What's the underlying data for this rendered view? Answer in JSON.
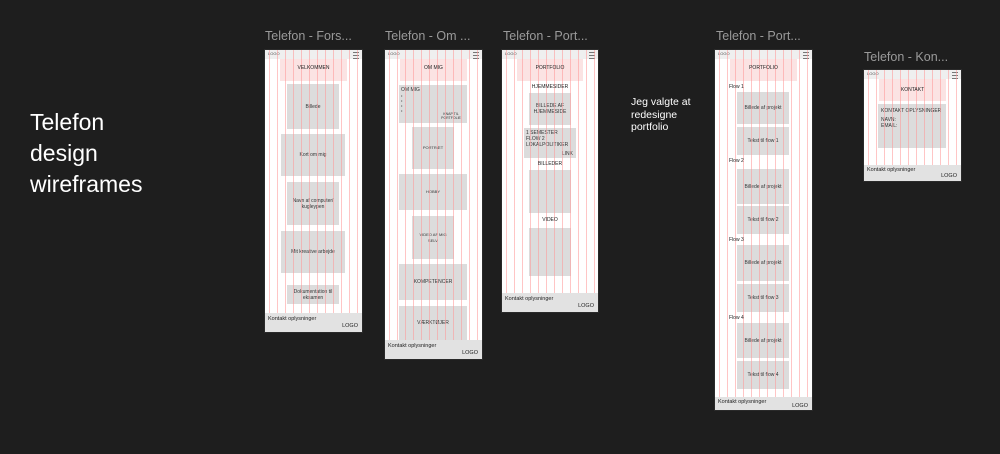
{
  "heading": "Telefon\ndesign\nwireframes",
  "note": "Jeg valgte at\nredesigne\nportfolio",
  "frame_titles": {
    "forside": "Telefon - Fors...",
    "om": "Telefon - Om ...",
    "portfolio": "Telefon - Port...",
    "portfolio2": "Telefon - Port...",
    "kontakt": "Telefon - Kon..."
  },
  "common": {
    "logo_small": "LOGO",
    "contact": "Kontakt oplysninger",
    "logo": "LOGO"
  },
  "forside": {
    "header": "VELKOMMEN",
    "boxes": [
      "Billede",
      "Kort om mig",
      "Navn af computer/ kugleypen",
      "Mit kreative arbejde",
      "Dokumentation til eksamen"
    ]
  },
  "om": {
    "header": "OM MIG",
    "intro_title": "OM MIG",
    "intro_bullets": "•\n•\n•\n•",
    "intro_side": "KNAP TIL PORTFOLIE",
    "boxes": [
      "PORTRÆT",
      "HOBBY",
      "VIDEO AF MIG SELV",
      "KOMPETENCER",
      "VÆRKTØJER"
    ]
  },
  "portfolio": {
    "header": "PORTFOLIO",
    "section1": "HJEMMESIDER",
    "box1": "BILLEDE AF HJEMMESIDE",
    "box2_line": "1 SEMESTER\nFLOW 2\nLOKALPOLITIKER",
    "box2_link": "LINK",
    "section2": "BILLEDER",
    "section3": "VIDEO"
  },
  "portfolio2": {
    "header": "PORTFOLIO",
    "flows": [
      {
        "label": "Flow 1",
        "image": "Billede af projekt",
        "text": "Tekst til flow 1"
      },
      {
        "label": "Flow 2",
        "image": "Billede af projekt",
        "text": "Tekst til flow 2"
      },
      {
        "label": "Flow 3",
        "image": "Billede af projekt",
        "text": "Tekst til flow 3"
      },
      {
        "label": "Flow 4",
        "image": "Billede af projekt",
        "text": "Tekst til flow 4"
      }
    ]
  },
  "kontakt": {
    "header": "KONTAKT",
    "box_title": "KONTAKT OPLYSNINGER",
    "box_lines": "NAVN:\nEMAIL:"
  }
}
